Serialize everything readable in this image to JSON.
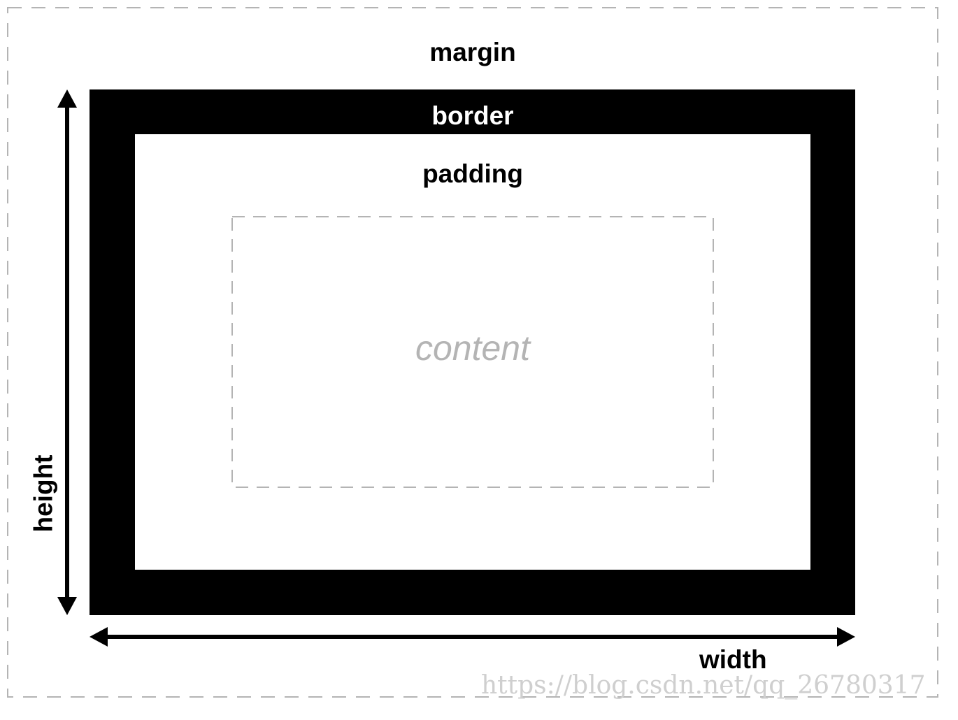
{
  "diagram": {
    "labels": {
      "margin": "margin",
      "border": "border",
      "padding": "padding",
      "content": "content",
      "width": "width",
      "height": "height"
    },
    "watermark": "https://blog.csdn.net/qq_26780317"
  },
  "colors": {
    "border_fill": "#000000",
    "dashed_outline": "#b4b4b4",
    "content_text": "#b4b4b4",
    "background": "#ffffff"
  }
}
